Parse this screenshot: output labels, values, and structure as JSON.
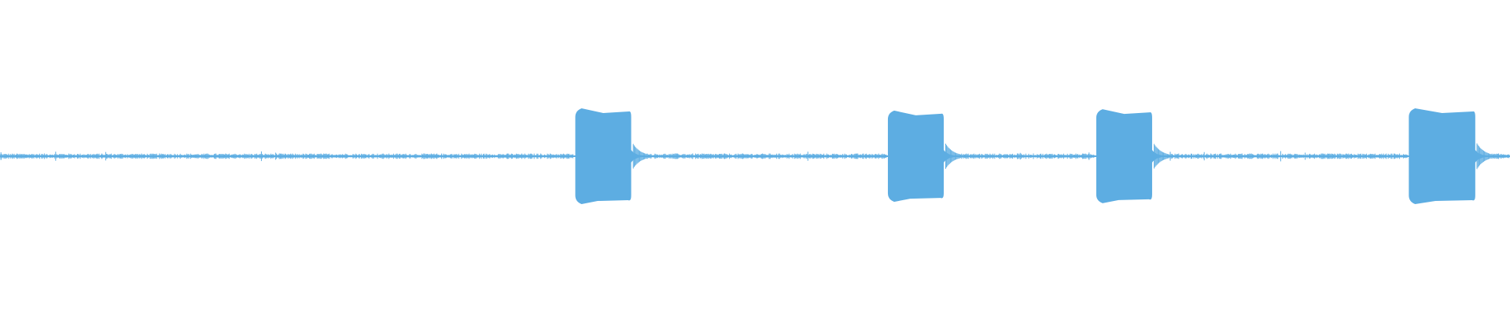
{
  "waveform": {
    "color": "#5DADE2",
    "background": "#FFFFFF",
    "baseline_noise_level": 0.06,
    "bursts": [
      {
        "start": 0.381,
        "end": 0.418,
        "level": 1.0
      },
      {
        "start": 0.588,
        "end": 0.625,
        "level": 0.95
      },
      {
        "start": 0.726,
        "end": 0.763,
        "level": 0.98
      },
      {
        "start": 0.933,
        "end": 0.977,
        "level": 1.0
      }
    ]
  }
}
